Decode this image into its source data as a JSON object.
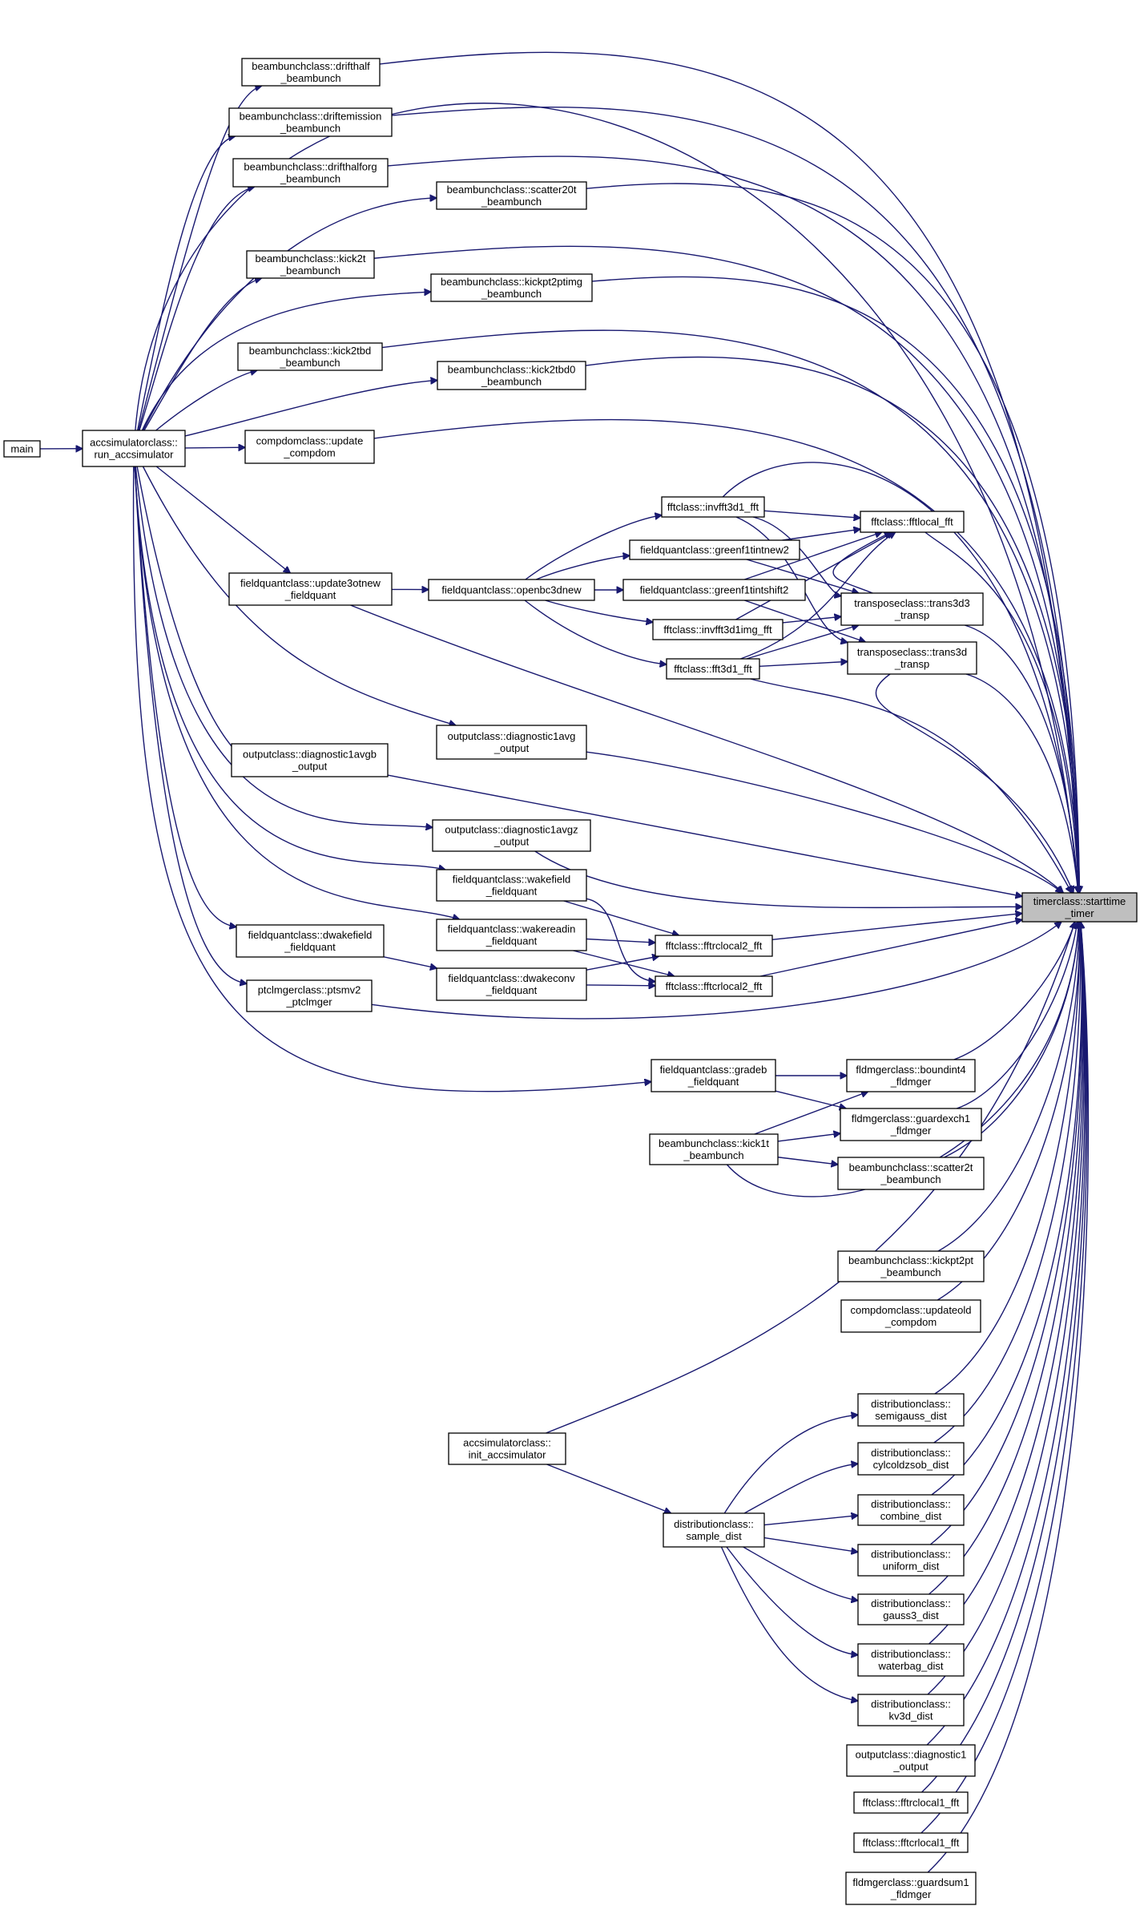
{
  "graph": {
    "title": "",
    "colors": {
      "edge": "#191970",
      "node_border": "#000000",
      "node_fill": "#ffffff",
      "highlight_fill": "#bfbfbf"
    },
    "nodes": {
      "main": [
        "main"
      ],
      "run_acc": [
        "accsimulatorclass::",
        "run_accsimulator"
      ],
      "drifthalf": [
        "beambunchclass::drifthalf",
        "_beambunch"
      ],
      "driftemission": [
        "beambunchclass::driftemission",
        "_beambunch"
      ],
      "drifthalforg": [
        "beambunchclass::drifthalforg",
        "_beambunch"
      ],
      "scatter20t": [
        "beambunchclass::scatter20t",
        "_beambunch"
      ],
      "kick2t": [
        "beambunchclass::kick2t",
        "_beambunch"
      ],
      "kickpt2ptimg": [
        "beambunchclass::kickpt2ptimg",
        "_beambunch"
      ],
      "kick2tbd": [
        "beambunchclass::kick2tbd",
        "_beambunch"
      ],
      "kick2tbd0": [
        "beambunchclass::kick2tbd0",
        "_beambunch"
      ],
      "update_compdom": [
        "compdomclass::update",
        "_compdom"
      ],
      "invfft3d1": [
        "fftclass::invfft3d1_fft"
      ],
      "fftlocal": [
        "fftclass::fftlocal_fft"
      ],
      "greenf1tintnew2": [
        "fieldquantclass::greenf1tintnew2"
      ],
      "update3otnew": [
        "fieldquantclass::update3otnew",
        "_fieldquant"
      ],
      "openbc3dnew": [
        "fieldquantclass::openbc3dnew"
      ],
      "greenf1tintshift2": [
        "fieldquantclass::greenf1tintshift2"
      ],
      "trans3d3": [
        "transposeclass::trans3d3",
        "_transp"
      ],
      "invfft3d1img": [
        "fftclass::invfft3d1img_fft"
      ],
      "trans3d": [
        "transposeclass::trans3d",
        "_transp"
      ],
      "fft3d1": [
        "fftclass::fft3d1_fft"
      ],
      "diag1avg": [
        "outputclass::diagnostic1avg",
        "_output"
      ],
      "diag1avgb": [
        "outputclass::diagnostic1avgb",
        "_output"
      ],
      "diag1avgz": [
        "outputclass::diagnostic1avgz",
        "_output"
      ],
      "wakefield": [
        "fieldquantclass::wakefield",
        "_fieldquant"
      ],
      "starttime": [
        "timerclass::starttime",
        "_timer"
      ],
      "wakereadin": [
        "fieldquantclass::wakereadin",
        "_fieldquant"
      ],
      "dwakefield": [
        "fieldquantclass::dwakefield",
        "_fieldquant"
      ],
      "fftrclocal2a": [
        "fftclass::fftrclocal2_fft"
      ],
      "dwakeconv": [
        "fieldquantclass::dwakeconv",
        "_fieldquant"
      ],
      "fftcrlocal2": [
        "fftclass::fftcrlocal2_fft"
      ],
      "ptsmv2": [
        "ptclmgerclass::ptsmv2",
        "_ptclmger"
      ],
      "gradeb": [
        "fieldquantclass::gradeb",
        "_fieldquant"
      ],
      "boundint4": [
        "fldmgerclass::boundint4",
        "_fldmger"
      ],
      "guardexch1": [
        "fldmgerclass::guardexch1",
        "_fldmger"
      ],
      "kick1t": [
        "beambunchclass::kick1t",
        "_beambunch"
      ],
      "scatter2t": [
        "beambunchclass::scatter2t",
        "_beambunch"
      ],
      "kickpt2pt": [
        "beambunchclass::kickpt2pt",
        "_beambunch"
      ],
      "updateold": [
        "compdomclass::updateold",
        "_compdom"
      ],
      "semigauss": [
        "distributionclass::",
        "semigauss_dist"
      ],
      "init_acc": [
        "accsimulatorclass::",
        "init_accsimulator"
      ],
      "cycoldzsob": [
        "distributionclass::",
        "cylcoldzsob_dist"
      ],
      "combine": [
        "distributionclass::",
        "combine_dist"
      ],
      "sample": [
        "distributionclass::",
        "sample_dist"
      ],
      "uniform": [
        "distributionclass::",
        "uniform_dist"
      ],
      "gauss3": [
        "distributionclass::",
        "gauss3_dist"
      ],
      "waterbag": [
        "distributionclass::",
        "waterbag_dist"
      ],
      "kv3d": [
        "distributionclass::",
        "kv3d_dist"
      ],
      "diag1": [
        "outputclass::diagnostic1",
        "_output"
      ],
      "fftrclocal1a": [
        "fftclass::fftrclocal1_fft"
      ],
      "fftrclocal1b": [
        "fftclass::fftcrlocal1_fft"
      ],
      "guardsum1": [
        "fldmgerclass::guardsum1",
        "_fldmger"
      ]
    }
  }
}
